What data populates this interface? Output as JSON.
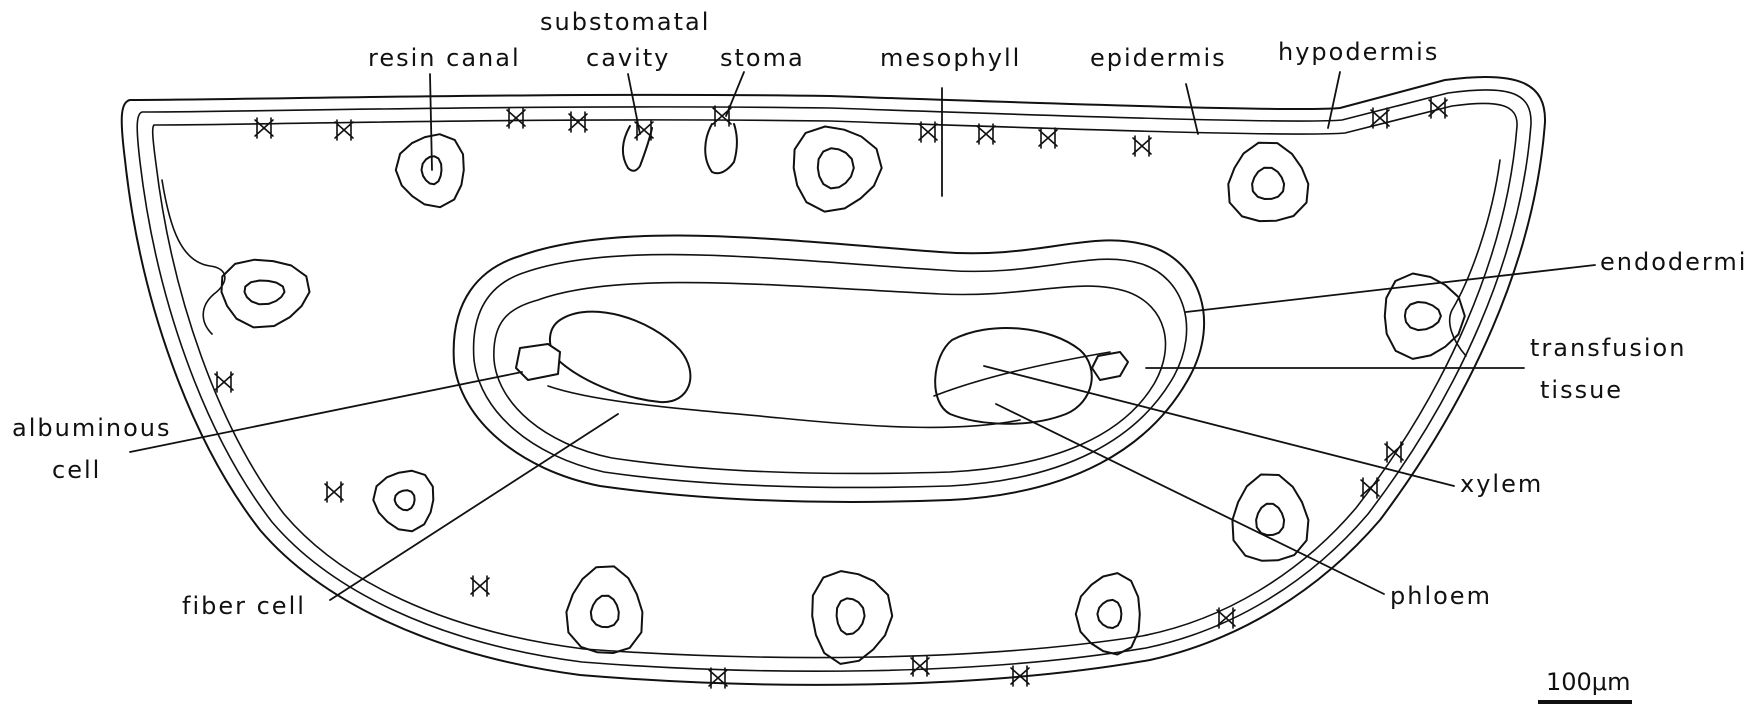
{
  "labels": {
    "resin_canal": "resin canal",
    "substomatal_line1": "substomatal",
    "substomatal_line2": "cavity",
    "stoma": "stoma",
    "mesophyll": "mesophyll",
    "epidermis": "epidermis",
    "hypodermis": "hypodermis",
    "endodermis": "endodermis",
    "transfusion_line1": "transfusion",
    "transfusion_line2": "tissue",
    "albuminous_line1": "albuminous",
    "albuminous_line2": "cell",
    "xylem": "xylem",
    "fiber_cell": "fiber cell",
    "phloem": "phloem"
  },
  "scale_bar": {
    "label": "100μm"
  },
  "colors": {
    "ink": "#111111",
    "paper": "#ffffff"
  }
}
